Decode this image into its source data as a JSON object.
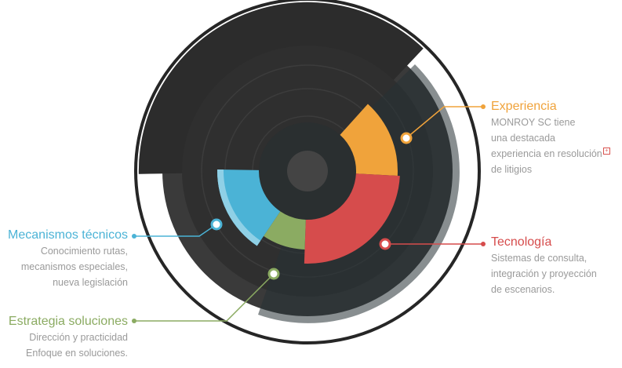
{
  "colors": {
    "experiencia": "#f0a33b",
    "tecnologia": "#d64c4c",
    "mecanismos": "#4bb3d6",
    "estrategia": "#8bab62"
  },
  "segments": {
    "experiencia": {
      "title": "Experiencia",
      "lines": [
        "MONROY SC tiene",
        "una destacada",
        "experiencia en resolución",
        "de litigios"
      ],
      "more_icon": "plus-box-icon"
    },
    "tecnologia": {
      "title": "Tecnología",
      "lines": [
        "Sistemas de consulta,",
        "integración y proyección",
        "de escenarios."
      ]
    },
    "mecanismos": {
      "title": "Mecanismos técnicos",
      "lines": [
        "Conocimiento rutas,",
        "mecanismos especiales,",
        "nueva legislación"
      ]
    },
    "estrategia": {
      "title": "Estrategia soluciones",
      "lines": [
        "Dirección y practicidad",
        "Enfoque en soluciones."
      ]
    }
  }
}
